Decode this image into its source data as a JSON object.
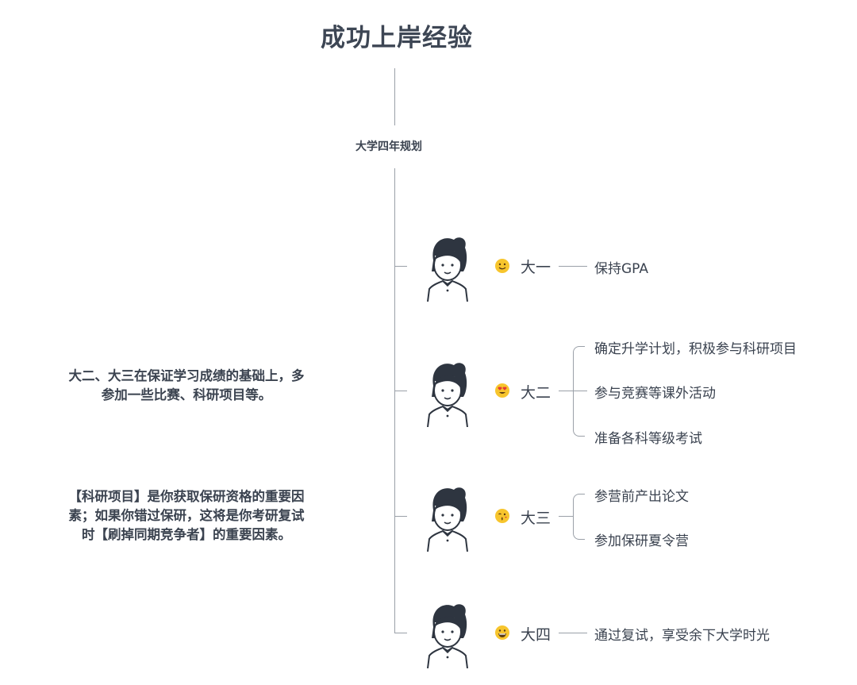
{
  "title": "成功上岸经验",
  "root": "大学四年规划",
  "notes": [
    {
      "line1": "大二、大三在保证学习成绩的基础上，多",
      "line2": "参加一些比赛、科研项目等。"
    },
    {
      "line1": "【科研项目】是你获取保研资格的重要因",
      "line2": "素；如果你错过保研，这将是你考研复试",
      "line3": "时【刷掉同期竞争者】的重要因素。"
    }
  ],
  "years": [
    {
      "label": "大一",
      "emoji": "smiling-face-icon",
      "items": [
        "保持GPA"
      ]
    },
    {
      "label": "大二",
      "emoji": "heart-eyes-face-icon",
      "items": [
        "确定升学计划，积极参与科研项目",
        "参与竞赛等课外活动",
        "准备各科等级考试"
      ]
    },
    {
      "label": "大三",
      "emoji": "kissing-wink-face-icon",
      "items": [
        "参营前产出论文",
        "参加保研夏令营"
      ]
    },
    {
      "label": "大四",
      "emoji": "grinning-face-icon",
      "items": [
        "通过复试，享受余下大学时光"
      ]
    }
  ],
  "colors": {
    "text": "#3b4350",
    "line": "#9aa0a8",
    "emoji": "#f7c52d",
    "hair": "#2e3540"
  }
}
